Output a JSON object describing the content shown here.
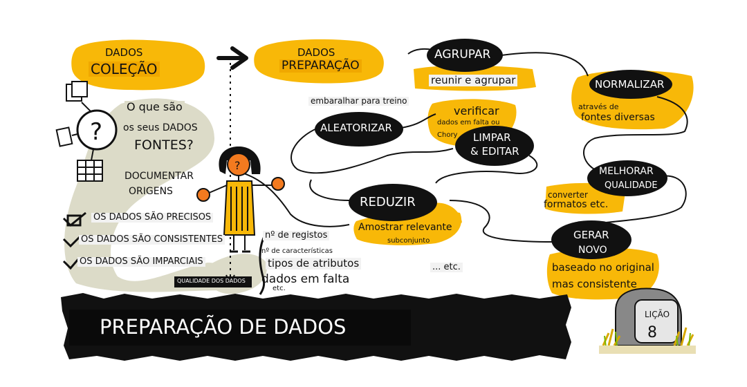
{
  "collection": {
    "line1": "DADOS",
    "line2": "COLEÇÃO"
  },
  "preparation": {
    "line1": "DADOS",
    "line2": "PREPARAÇÃO"
  },
  "sources": {
    "q1": "O que são",
    "q2": "os seus DADOS",
    "q3": "FONTES?",
    "doc1": "DOCUMENTAR",
    "doc2": "ORIGENS"
  },
  "checks": [
    "OS DADOS SÃO PRECISOS",
    "OS DADOS SÃO CONSISTENTES",
    "OS DADOS SÃO IMPARCIAIS"
  ],
  "quality": {
    "label": "QUALIDADE DOS DADOS",
    "items": [
      "nº de registos",
      "nº de características",
      "tipos de atributos",
      "dados em falta",
      "etc."
    ]
  },
  "steps": {
    "group": {
      "title": "AGRUPAR",
      "desc": "reunir e agrupar"
    },
    "normalize": {
      "title": "NORMALIZAR",
      "desc1": "através de",
      "desc2": "fontes diversas"
    },
    "shuffle": {
      "title": "ALEATORIZAR",
      "desc": "embaralhar para treino"
    },
    "verify": {
      "title": "verificar",
      "desc1": "dados em falta ou",
      "desc2": "Chory"
    },
    "clean": {
      "line1": "LIMPAR",
      "line2": "& EDITAR"
    },
    "improve": {
      "line1": "MELHORAR",
      "line2": "QUALIDADE",
      "desc1": "converter",
      "desc2": "formatos etc."
    },
    "reduce": {
      "title": "REDUZIR",
      "desc1": "Amostrar relevante",
      "desc2": "subconjunto"
    },
    "generate": {
      "line1": "GERAR",
      "line2": "NOVO",
      "desc1": "baseado no original",
      "desc2": "mas consistente"
    },
    "etc": "... etc."
  },
  "banner": {
    "title": "PREPARAÇÃO DE DADOS"
  },
  "lesson": {
    "label": "LIÇÃO",
    "number": "8"
  },
  "colors": {
    "yellow": "#f8b808",
    "black": "#111111",
    "gray": "#dcdbc8",
    "label_bg": "#f2f2f2"
  }
}
